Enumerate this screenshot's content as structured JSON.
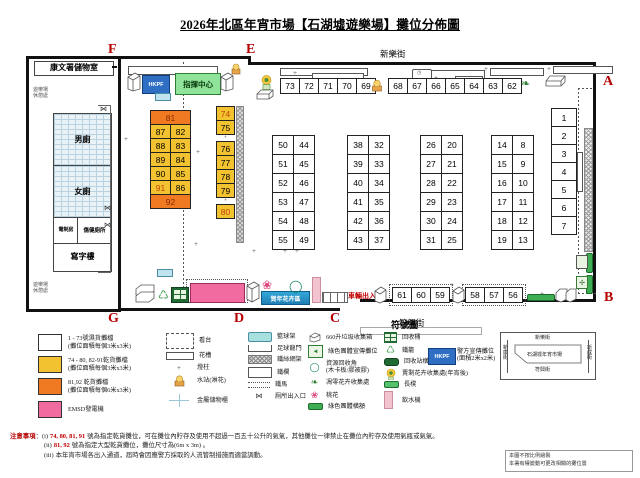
{
  "title": "2026年北區年宵市場【石湖墟遊樂場】攤位分佈圖",
  "corners": {
    "A": "A",
    "B": "B",
    "C": "C",
    "D": "D",
    "E": "E",
    "F": "F",
    "G": "G"
  },
  "streets": {
    "top": "新樂街",
    "bottom": "符興街"
  },
  "rooms": {
    "storage": "康文署儲物室",
    "male_toilet": "男廁",
    "female_toilet": "女廁",
    "electrical": "電制房",
    "accessible": "傷健廁所",
    "office": "寫字樓",
    "playground_top": "遊樂場休憩處",
    "playground_bottom": "遊樂場休憩處"
  },
  "facilities": {
    "hkpf_booth": "HKPF",
    "command_centre": "指揮中心",
    "market_zone": "賀年花卉區",
    "vehicle_entrance": "車輛出入口"
  },
  "stalls": {
    "top_row_left": [
      "73",
      "72",
      "71",
      "70",
      "69"
    ],
    "top_row_right": [
      "68",
      "67",
      "66",
      "65",
      "64",
      "63",
      "62"
    ],
    "block_a": {
      "left": [
        "50",
        "51",
        "52",
        "53",
        "54",
        "55"
      ],
      "right": [
        "44",
        "45",
        "46",
        "47",
        "48",
        "49"
      ]
    },
    "block_b": {
      "left": [
        "38",
        "39",
        "40",
        "41",
        "42",
        "43"
      ],
      "right": [
        "32",
        "33",
        "34",
        "35",
        "36",
        "37"
      ]
    },
    "block_c": {
      "left": [
        "26",
        "27",
        "28",
        "29",
        "30",
        "31"
      ],
      "right": [
        "20",
        "21",
        "22",
        "23",
        "24",
        "25"
      ]
    },
    "block_d": {
      "left": [
        "14",
        "15",
        "16",
        "17",
        "18",
        "19"
      ],
      "right": [
        "8",
        "9",
        "10",
        "11",
        "12",
        "13"
      ]
    },
    "right_column": [
      "1",
      "2",
      "3",
      "4",
      "5",
      "6",
      "7"
    ],
    "bottom_left_group": [
      "61",
      "60",
      "59"
    ],
    "bottom_right_group": [
      "58",
      "57",
      "56"
    ],
    "orange_block": {
      "top": "81",
      "rows": [
        [
          "87",
          "82"
        ],
        [
          "88",
          "83"
        ],
        [
          "89",
          "84"
        ],
        [
          "90",
          "85"
        ],
        [
          "91",
          "86"
        ]
      ],
      "bottom": "92"
    },
    "yellow_column_top": [
      "74",
      "75"
    ],
    "yellow_column_mid": [
      "76",
      "77",
      "78",
      "79"
    ],
    "yellow_column_bottom": [
      "80"
    ]
  },
  "legend": {
    "heading": "符號圖",
    "items_col1": [
      {
        "swatch": "white",
        "line1": "1 - 73號濕貨攤檔",
        "line2": "(攤位面積每個3米x3米)"
      },
      {
        "swatch": "yellow",
        "line1": "74 - 80, 82-91乾貨攤檔",
        "line2": "(攤位面積每個3米x3米)"
      },
      {
        "swatch": "orange",
        "line1": "81,92 乾貨攤檔",
        "line2": "(攤位面積每個6米x3米)"
      },
      {
        "swatch": "pink",
        "line1": "EMSD發電機",
        "line2": ""
      }
    ],
    "items_col2": [
      {
        "icon": "dashed-box-icon",
        "label": "看台"
      },
      {
        "icon": "planter-icon",
        "label": "花槽"
      },
      {
        "icon": "lamp-post-icon",
        "label": "燈柱"
      },
      {
        "icon": "water-point-icon",
        "label": "水站(淋花)"
      },
      {
        "icon": "metal-cabinet-icon",
        "label": "金屬儲物櫃"
      }
    ],
    "items_col3": [
      {
        "icon": "basketball-hoop-icon",
        "label": "籃球架"
      },
      {
        "icon": "football-goal-icon",
        "label": "足球龍門"
      },
      {
        "icon": "fence-icon",
        "label": "鐵絲網架"
      },
      {
        "icon": "railing-icon",
        "label": "鐵欄"
      },
      {
        "icon": "barrier-icon",
        "label": "鐵馬"
      },
      {
        "icon": "toilet-entry-icon",
        "label": "厠所出入口"
      }
    ],
    "items_col4": [
      {
        "icon": "bin-660-icon",
        "label": "660升垃圾收集箱"
      },
      {
        "icon": "green-promo-icon",
        "label": "綠色團體宣傳攤位"
      },
      {
        "icon": "recycle-corner-icon",
        "label": "資源回收角",
        "label2": "(木卡板/膠被膠)"
      },
      {
        "icon": "flower-collect-icon",
        "label": "凋零花卉收集處"
      },
      {
        "icon": "peach-blossom-icon",
        "label": "桃花"
      },
      {
        "icon": "green-banner-icon",
        "label": "綠色團體橫額"
      }
    ],
    "items_col5": [
      {
        "icon": "recycle-bin-icon",
        "label": "回收桶"
      },
      {
        "icon": "recycle-logo-icon",
        "label": "鐵籠"
      },
      {
        "icon": "recycle-station-banner-icon",
        "label": "回收站橫額"
      },
      {
        "icon": "surplus-flower-icon",
        "label": "賣剩花卉收集處(年宵後)"
      },
      {
        "icon": "bench-icon",
        "label": "長櫈"
      },
      {
        "icon": "water-dispenser-icon",
        "label": "飲水機"
      }
    ],
    "police": {
      "badge": "HKPF",
      "line1": "警方宣傳攤位",
      "line2": "(面積2米x2米)"
    }
  },
  "minimap": {
    "top": "新樂街",
    "bottom": "符興街",
    "left": "新康街",
    "right": "新成街",
    "centre": "石湖墟年宵市場"
  },
  "notes": {
    "heading": "注意事項",
    "i_prefix": "(i)",
    "i_red": "74, 80, 81, 91",
    "i_text": "號為指定乾貨攤位，可在攤位內貯存及使用不超過一百五十公升的氣氣，其他攤位一律禁止在攤位內貯存及使用氣瓶或氣氣。",
    "ii_prefix": "(ii)",
    "ii_red": "81, 92",
    "ii_text": "號為指定大型乾貨攤位，攤位尺寸為(6m x 3m) 。",
    "iii_prefix": "(iii)",
    "iii_text": "本年宵市場各出入通道，屆時會因應警方採取的人流管制措施而適當調動。"
  },
  "disclaimer": {
    "line1": "本圖不按比例繪製",
    "line2": "本署有權變動可更改相關的攤位置"
  },
  "colors": {
    "accent_red": "#b40000",
    "stall_yellow": "#f2c230",
    "stall_orange": "#ef7a21",
    "generator_pink": "#f06ca0",
    "command_green": "#8fe39a",
    "police_blue": "#2e6fc4"
  }
}
